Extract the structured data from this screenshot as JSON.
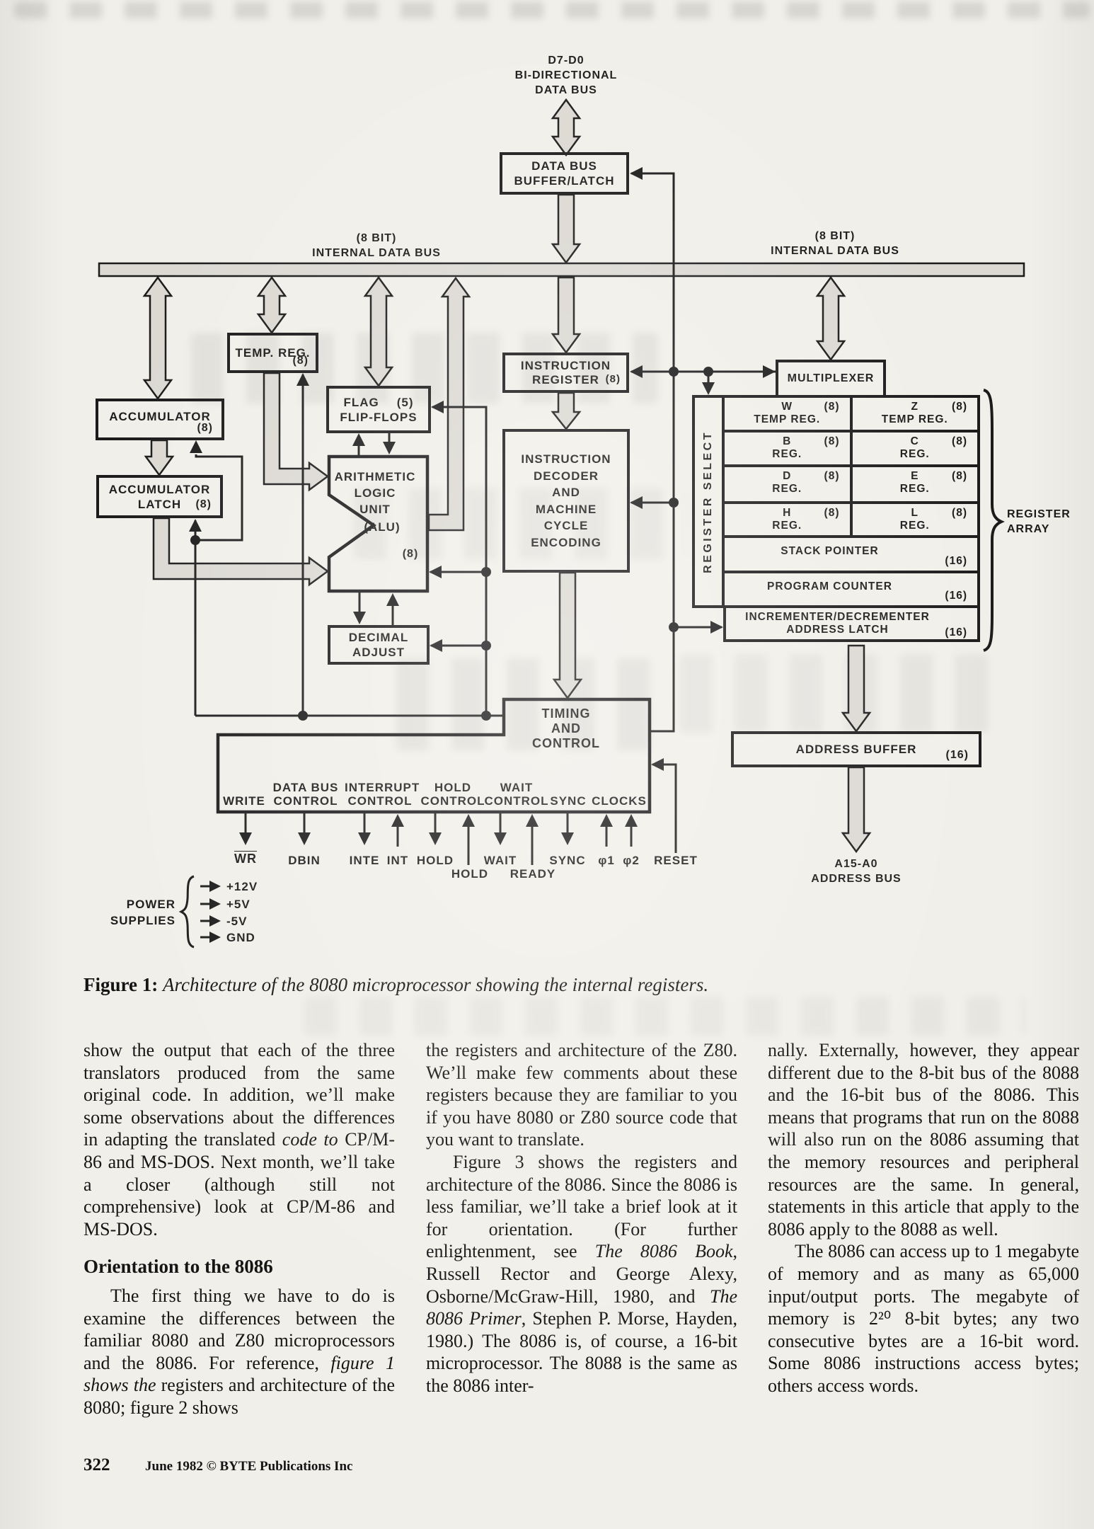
{
  "fig": {
    "top_bus_label": [
      "D7-D0",
      "BI-DIRECTIONAL",
      "DATA BUS"
    ],
    "left_bus_label": [
      "(8 BIT)",
      "INTERNAL DATA BUS"
    ],
    "right_bus_label": [
      "(8 BIT)",
      "INTERNAL DATA BUS"
    ],
    "buffer_latch": [
      "DATA BUS",
      "BUFFER/LATCH"
    ],
    "temp_reg": {
      "name": "TEMP. REG.",
      "bits": "(8)"
    },
    "accumulator": {
      "name": "ACCUMULATOR",
      "bits": "(8)"
    },
    "acc_latch": {
      "l1": "ACCUMULATOR",
      "l2": "LATCH",
      "bits": "(8)"
    },
    "flag_ff": {
      "l1": "FLAG",
      "bits": "(5)",
      "l2": "FLIP-FLOPS"
    },
    "alu": {
      "l1": "ARITHMETIC",
      "l2": "LOGIC",
      "l3": "UNIT",
      "l4": "(ALU)",
      "bits": "(8)"
    },
    "decimal_adjust": [
      "DECIMAL",
      "ADJUST"
    ],
    "instr_reg": {
      "l1": "INSTRUCTION",
      "l2": "REGISTER",
      "bits": "(8)"
    },
    "decoder": [
      "INSTRUCTION",
      "DECODER",
      "AND",
      "MACHINE",
      "CYCLE",
      "ENCODING"
    ],
    "timing": [
      "TIMING",
      "AND",
      "CONTROL"
    ],
    "multiplexer": "MULTIPLEXER",
    "register_select": "REGISTER SELECT",
    "register_array_label": [
      "REGISTER",
      "ARRAY"
    ],
    "array": {
      "rows8": [
        {
          "ll": "W",
          "lb": "(8)",
          "l2": "TEMP REG.",
          "rl": "Z",
          "rb": "(8)",
          "r2": "TEMP REG."
        },
        {
          "ll": "B",
          "lb": "(8)",
          "l2": "REG.",
          "rl": "C",
          "rb": "(8)",
          "r2": "REG."
        },
        {
          "ll": "D",
          "lb": "(8)",
          "l2": "REG.",
          "rl": "E",
          "rb": "(8)",
          "r2": "REG."
        },
        {
          "ll": "H",
          "lb": "(8)",
          "l2": "REG.",
          "rl": "L",
          "rb": "(8)",
          "r2": "REG."
        }
      ],
      "rows16": [
        {
          "label": "STACK POINTER",
          "bits": "(16)"
        },
        {
          "label": "PROGRAM COUNTER",
          "bits": "(16)"
        }
      ],
      "incrementer": {
        "l1": "INCREMENTER/DECREMENTER",
        "l2": "ADDRESS LATCH",
        "bits": "(16)"
      }
    },
    "signal_headers": [
      {
        "top": "",
        "bot": "WRITE"
      },
      {
        "top": "DATA BUS",
        "bot": "CONTROL"
      },
      {
        "top": "INTERRUPT",
        "bot": "CONTROL"
      },
      {
        "top": "HOLD",
        "bot": "CONTROL"
      },
      {
        "top": "WAIT",
        "bot": "CONTROL"
      },
      {
        "top": "",
        "bot": "SYNC"
      },
      {
        "top": "",
        "bot": "CLOCKS"
      }
    ],
    "pins": [
      {
        "label": "WR"
      },
      {
        "label": "DBIN"
      },
      {
        "label": "INTE"
      },
      {
        "label": "INT"
      },
      {
        "label": "HOLD"
      },
      {
        "label": "HOLD"
      },
      {
        "label": "WAIT"
      },
      {
        "label": "READY"
      },
      {
        "label": "SYNC"
      },
      {
        "label": "φ1"
      },
      {
        "label": "φ2"
      },
      {
        "label": "RESET"
      }
    ],
    "power": {
      "l1": "POWER",
      "l2": "SUPPLIES",
      "rails": [
        "+12V",
        "+5V",
        "-5V",
        "GND"
      ]
    },
    "addr_buffer": {
      "label": "ADDRESS BUFFER",
      "bits": "(16)"
    },
    "addr_bus_label": [
      "A15-A0",
      "ADDRESS BUS"
    ]
  },
  "caption": {
    "prefix": "Figure 1:",
    "text": "Architecture of the 8080 microprocessor showing the internal registers."
  },
  "columns": {
    "col1": [
      {
        "type": "p",
        "indent": false,
        "seg": [
          {
            "t": "show the output that each of the three translators produced from the same original code. In addition, we’ll make some observations about the differences in adapting the translated "
          },
          {
            "t": "code to",
            "i": true
          },
          {
            "t": " CP/M-86 and MS-DOS. Next month, we’ll take a closer (although still not comprehensive) look at CP/M-86 and MS-DOS."
          }
        ]
      },
      {
        "type": "h",
        "text": "Orientation to the 8086"
      },
      {
        "type": "p",
        "indent": true,
        "seg": [
          {
            "t": "The first thing we have to do is examine the differences between the familiar 8080 and Z80 microprocessors and the 8086. For reference, "
          },
          {
            "t": "figure 1 shows the",
            "i": true
          },
          {
            "t": " registers and architecture of the 8080; figure 2 shows"
          }
        ]
      }
    ],
    "col2": [
      {
        "type": "p",
        "indent": false,
        "seg": [
          {
            "t": "the registers and architecture of the Z80. We’ll make few comments about these registers because they are familiar to you if you have 8080 or Z80 source code that you want to translate."
          }
        ]
      },
      {
        "type": "p",
        "indent": true,
        "seg": [
          {
            "t": "Figure 3 shows the registers and architecture of the 8086. Since the 8086 is less familiar, we’ll take a brief look at it for orientation. (For further enlightenment, see "
          },
          {
            "t": "The 8086 Book",
            "i": true
          },
          {
            "t": ", Russell Rector and George Alexy, Osborne/McGraw-Hill, 1980, and "
          },
          {
            "t": "The 8086 Primer",
            "i": true
          },
          {
            "t": ", Stephen P. Morse, Hayden, 1980.) The 8086 is, of course, a 16-bit microprocessor. The 8088 is the same as the 8086 inter-"
          }
        ]
      }
    ],
    "col3": [
      {
        "type": "p",
        "indent": false,
        "seg": [
          {
            "t": "nally. Externally, however, they appear different due to the 8-bit bus of the 8088 and the 16-bit bus of the 8086. This means that programs that run on the 8088 will also run on the 8086 assuming that the memory resources and peripheral resources are the same. In general, statements in this article that apply to the 8086 apply to the 8088 as well."
          }
        ]
      },
      {
        "type": "p",
        "indent": true,
        "seg": [
          {
            "t": "The 8086 can access up to 1 megabyte of memory and as many as 65,000 input/output ports. The megabyte of memory is 2²⁰ 8-bit bytes; any two consecutive bytes are a 16-bit word. Some 8086 instructions access bytes; others access words."
          }
        ]
      }
    ]
  },
  "footer": {
    "page": "322",
    "credit": "June 1982 © BYTE Publications Inc"
  }
}
